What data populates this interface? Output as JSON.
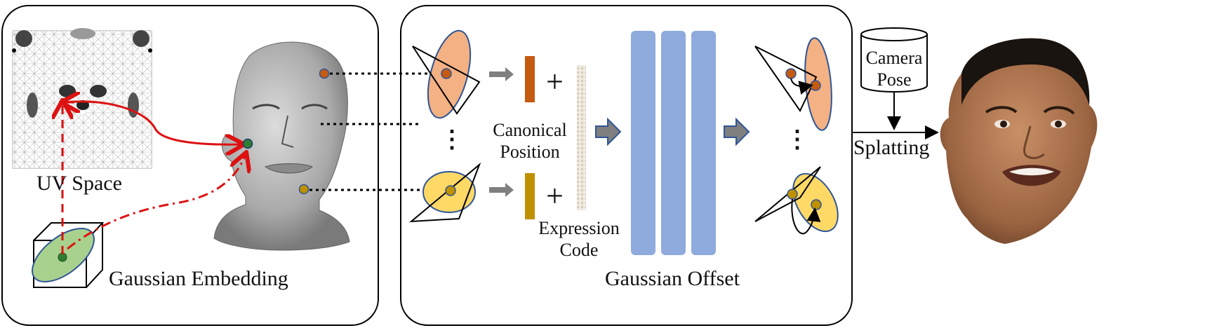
{
  "labels": {
    "uv_space": "UV Space",
    "gaussian_embedding": "Gaussian Embedding",
    "canonical_position": "Canonical\nPosition",
    "canonical_line1": "Canonical",
    "canonical_line2": "Position",
    "expression_line1": "Expression",
    "expression_line2": "Code",
    "gaussian_offset": "Gaussian Offset",
    "camera_line1": "Camera",
    "camera_line2": "Pose",
    "splatting": "Splatting",
    "ellipsis": "⋮",
    "plus": "+"
  },
  "colors": {
    "panel_border": "#000000",
    "uv_line": "#dd1111",
    "orange_fill": "#f4b183",
    "orange_dot": "#c55a11",
    "yellow_fill": "#ffd966",
    "yellow_dot": "#bf9000",
    "green_fill": "#a9d18e",
    "green_dot": "#2e7d32",
    "mlp_blue": "#8faadc",
    "arrow_gray": "#7f7f7f",
    "arrow_blue_outline": "#2f5597",
    "code_bar": "#e9e3d7",
    "skin": "#b07a55"
  },
  "icons": {
    "head_mesh": "head-mesh-icon",
    "uv_map": "uv-texture-icon",
    "face": "face-photo-icon",
    "camera_cylinder": "cylinder-icon"
  }
}
